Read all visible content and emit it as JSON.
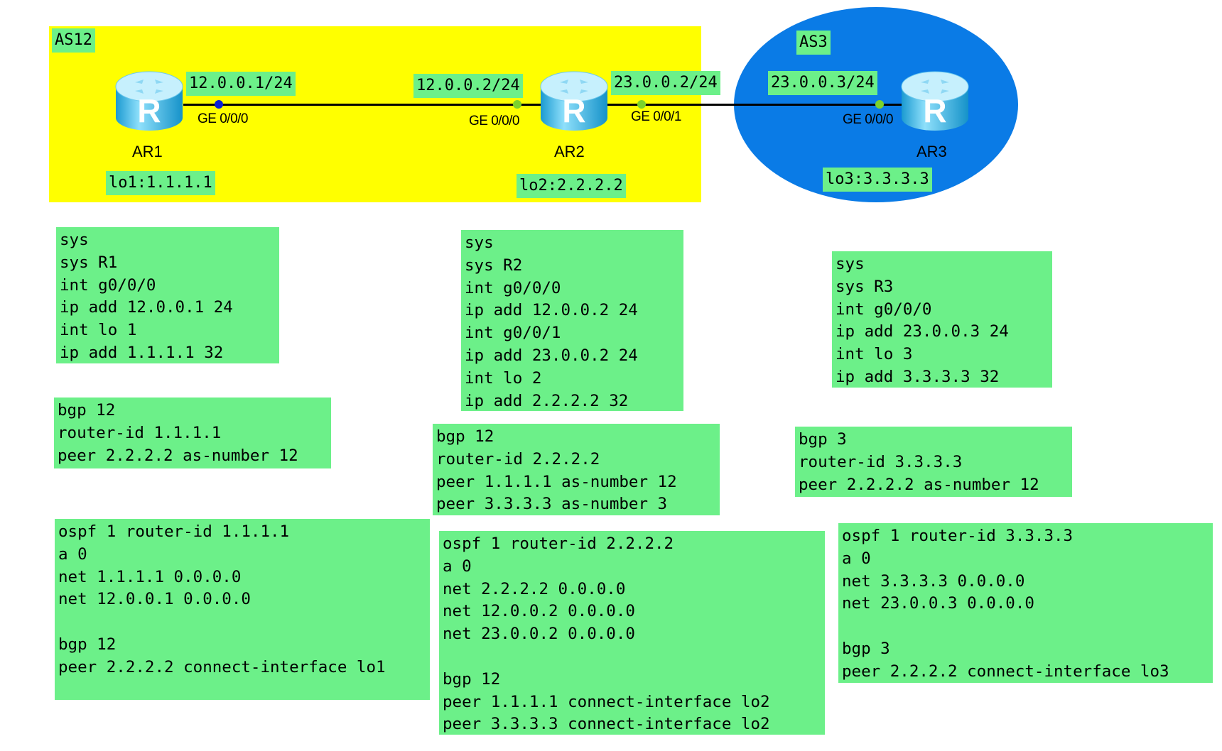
{
  "colors": {
    "as12_fill": "#ffff00",
    "as3_fill": "#0a7be6",
    "label_fill": "#6cf089",
    "link": "#000000"
  },
  "areas": {
    "as12": "AS12",
    "as3": "AS3"
  },
  "routers": [
    {
      "name": "AR1",
      "icon_letter": "R",
      "loopback": "lo1:1.1.1.1"
    },
    {
      "name": "AR2",
      "icon_letter": "R",
      "loopback": "lo2:2.2.2.2"
    },
    {
      "name": "AR3",
      "icon_letter": "R",
      "loopback": "lo3:3.3.3.3"
    }
  ],
  "links": [
    {
      "a_ip": "12.0.0.1/24",
      "a_port": "GE 0/0/0",
      "b_ip": "12.0.0.2/24",
      "b_port": "GE 0/0/0"
    },
    {
      "a_ip": "23.0.0.2/24",
      "a_port": "GE 0/0/1",
      "b_ip": "23.0.0.3/24",
      "b_port": "GE 0/0/0"
    }
  ],
  "configs": {
    "r1_base": "sys\nsys R1\nint g0/0/0\nip add 12.0.0.1 24\nint lo 1\nip add 1.1.1.1 32",
    "r2_base": "sys\nsys R2\nint g0/0/0\nip add 12.0.0.2 24\nint g0/0/1\nip add 23.0.0.2 24\nint lo 2\nip add 2.2.2.2 32",
    "r3_base": "sys\nsys R3\nint g0/0/0\nip add 23.0.0.3 24\nint lo 3\nip add 3.3.3.3 32",
    "r1_bgp": "bgp 12\nrouter-id 1.1.1.1\npeer 2.2.2.2 as-number 12",
    "r2_bgp": "bgp 12\nrouter-id 2.2.2.2\npeer 1.1.1.1 as-number 12\npeer 3.3.3.3 as-number 3",
    "r3_bgp": "bgp 3\nrouter-id 3.3.3.3\npeer 2.2.2.2 as-number 12",
    "r1_ospf": "ospf 1 router-id 1.1.1.1\na 0\nnet 1.1.1.1 0.0.0.0\nnet 12.0.0.1 0.0.0.0\n\nbgp 12\npeer 2.2.2.2 connect-interface lo1",
    "r2_ospf": "ospf 1 router-id 2.2.2.2\na 0\nnet 2.2.2.2 0.0.0.0\nnet 12.0.0.2 0.0.0.0\nnet 23.0.0.2 0.0.0.0\n\nbgp 12\npeer 1.1.1.1 connect-interface lo2\npeer 3.3.3.3 connect-interface lo2",
    "r3_ospf": "ospf 1 router-id 3.3.3.3\na 0\nnet 3.3.3.3 0.0.0.0\nnet 23.0.0.3 0.0.0.0\n\nbgp 3\npeer 2.2.2.2 connect-interface lo3"
  }
}
